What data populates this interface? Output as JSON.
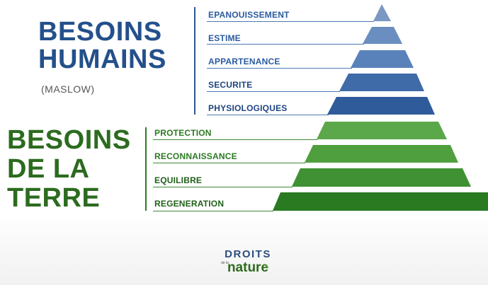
{
  "human": {
    "title_line1": "BESOINS",
    "title_line2": "HUMAINS",
    "subtitle": "(MASLOW)",
    "levels": [
      "EPANOUISSEMENT",
      "ESTIME",
      "APPARTENANCE",
      "SECURITE",
      "PHYSIOLOGIQUES"
    ],
    "colors": [
      "#7a98c2",
      "#6a8ec0",
      "#5a82ba",
      "#3f6ba8",
      "#2f5b9a"
    ]
  },
  "earth": {
    "title_line1": "BESOINS",
    "title_line2": "DE LA",
    "title_line3": "TERRE",
    "levels": [
      "PROTECTION",
      "RECONNAISSANCE",
      "EQUILIBRE",
      "REGENERATION"
    ],
    "colors": [
      "#5ba84a",
      "#4f9f3f",
      "#3f9133",
      "#2a7a22"
    ]
  },
  "logo": {
    "line1": "DROITS",
    "small": "de la",
    "line2": "nature"
  }
}
